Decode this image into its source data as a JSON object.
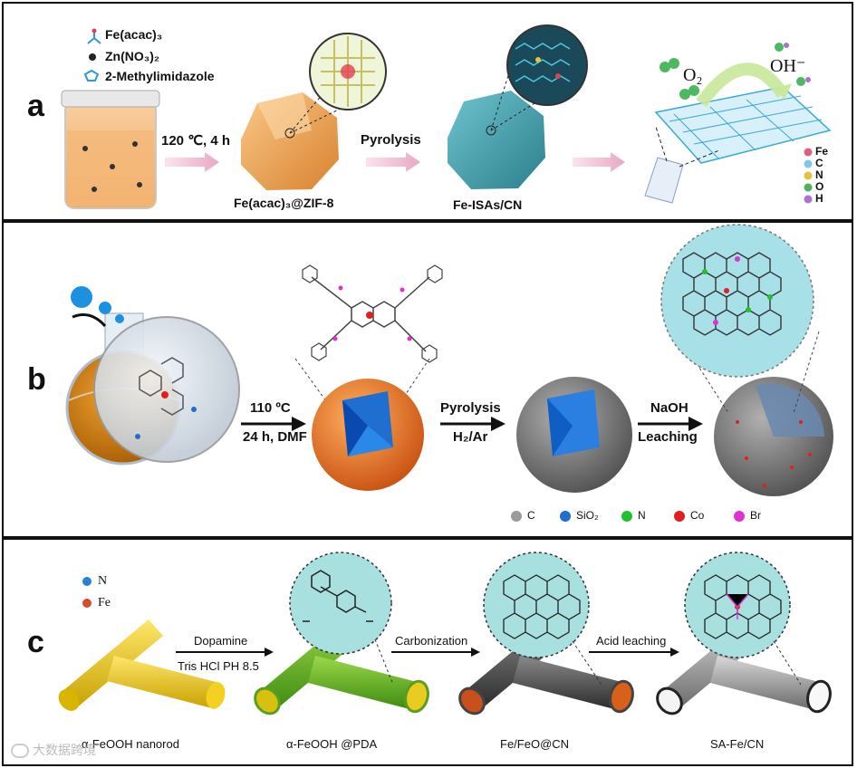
{
  "panel_a": {
    "label": "a",
    "reagents": [
      "Fe(acac)₃",
      "Zn(NO₃)₂",
      "2-Methylimidazole"
    ],
    "step1": "120 ℃, 4 h",
    "step2": "Pyrolysis",
    "product1": "Fe(acac)₃@ZIF-8",
    "product2": "Fe-ISAs/CN",
    "o2": "O₂",
    "oh": "OH⁻",
    "legend": [
      {
        "label": "Fe",
        "color": "#e0607a"
      },
      {
        "label": "C",
        "color": "#7ec8e8"
      },
      {
        "label": "N",
        "color": "#e8c040"
      },
      {
        "label": "O",
        "color": "#50b060"
      },
      {
        "label": "H",
        "color": "#b070d0"
      }
    ]
  },
  "panel_b": {
    "label": "b",
    "step1_top": "110 ºC",
    "step1_bottom": "24 h, DMF",
    "step2_top": "Pyrolysis",
    "step2_bottom": "H₂/Ar",
    "step3_top": "NaOH",
    "step3_bottom": "Leaching",
    "legend": [
      {
        "label": "C",
        "color": "#9a9a9a"
      },
      {
        "label": "SiO₂",
        "color": "#1e6fd0"
      },
      {
        "label": "N",
        "color": "#22c030"
      },
      {
        "label": "Co",
        "color": "#e02020"
      },
      {
        "label": "Br",
        "color": "#e030d0"
      }
    ]
  },
  "panel_c": {
    "label": "c",
    "legend": [
      {
        "label": "N",
        "color": "#2a7fd8"
      },
      {
        "label": "Fe",
        "color": "#d84a2a"
      }
    ],
    "step1_top": "Dopamine",
    "step1_bottom": "Tris HCl PH 8.5",
    "step2": "Carbonization",
    "step3": "Acid leaching",
    "products": [
      "α-FeOOH nanorod",
      "α-FeOOH @PDA",
      "Fe/FeO@CN",
      "SA-Fe/CN"
    ],
    "watermark": "大数据跨境"
  }
}
